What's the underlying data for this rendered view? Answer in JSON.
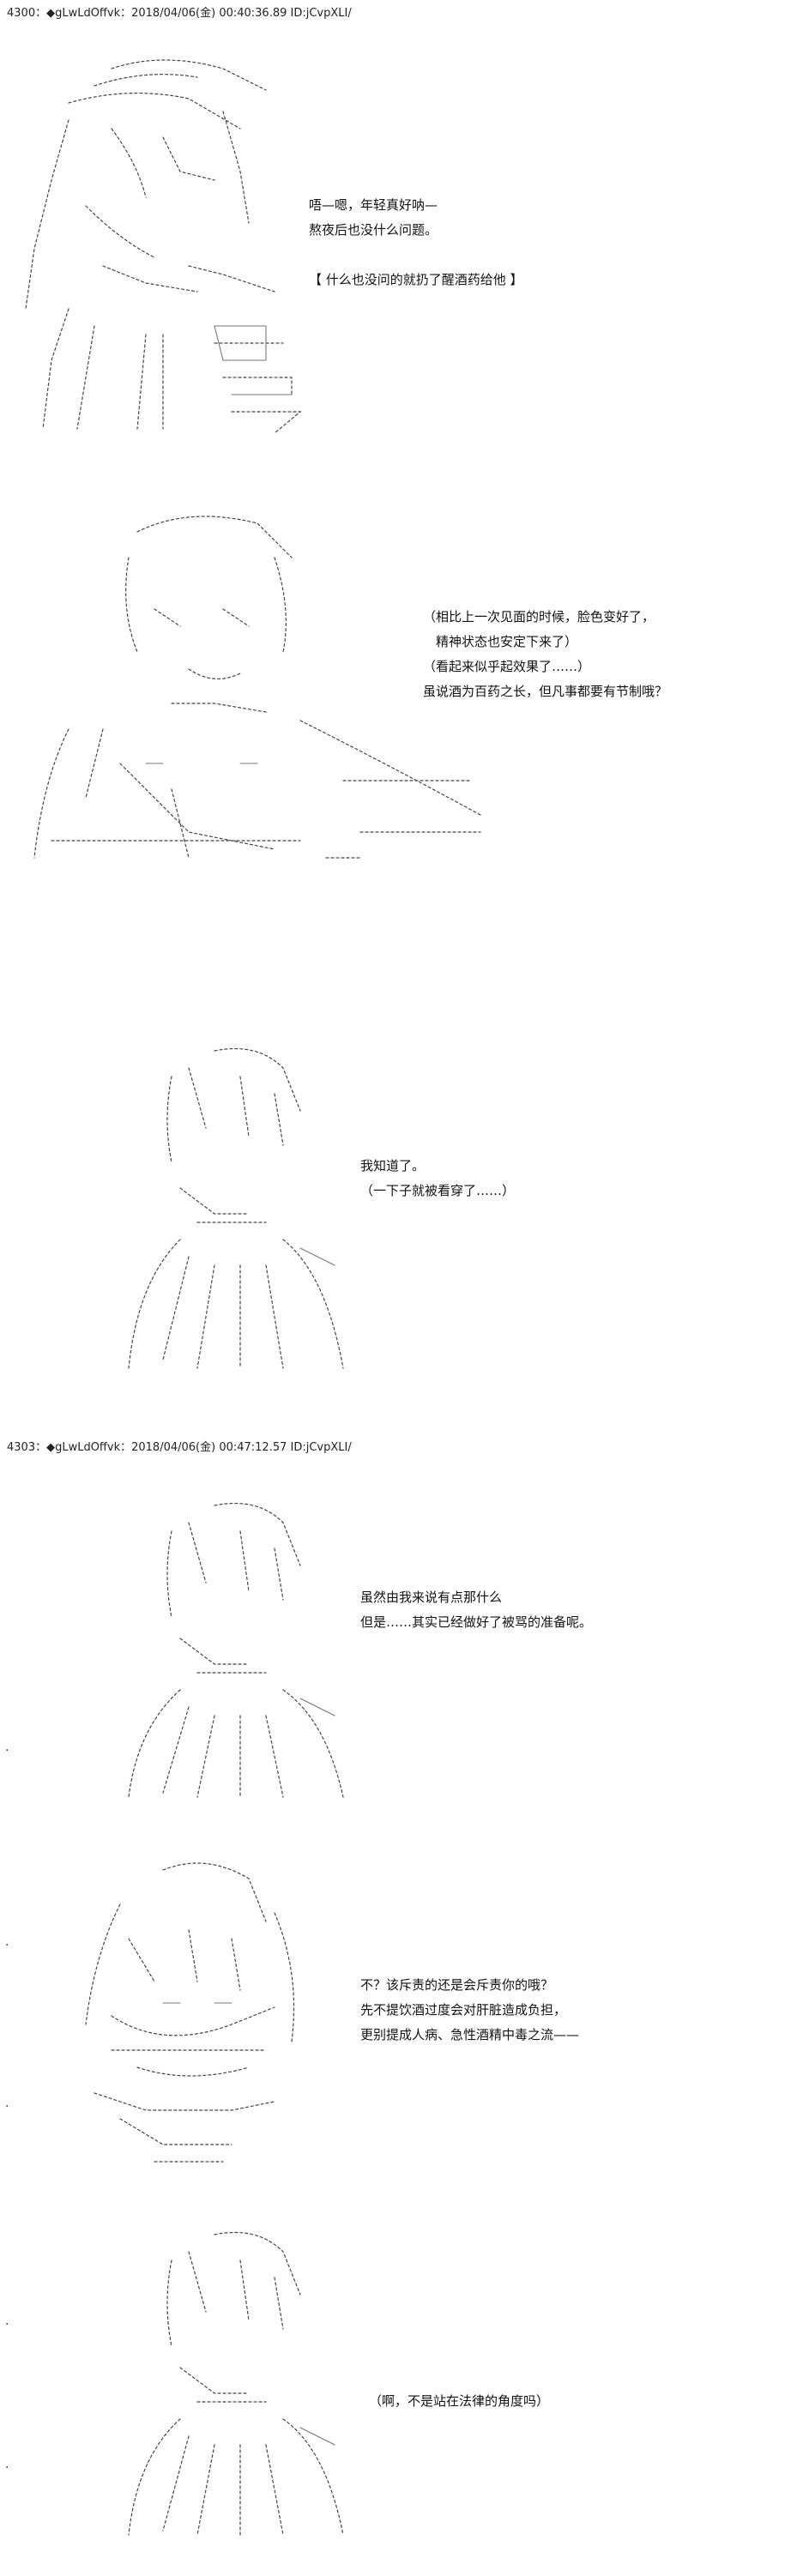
{
  "posts": [
    {
      "header": "4300：◆gLwLdOffvk：2018/04/06(金) 00:40:36.89 ID:jCvpXLI/"
    },
    {
      "header": "4303：◆gLwLdOffvk：2018/04/06(金) 00:47:12.57 ID:jCvpXLI/"
    }
  ],
  "scenes": [
    {
      "lines": [
        "唔—嗯，年轻真好呐—",
        "熬夜后也没什么问题。",
        "",
        "【 什么也没问的就扔了醒酒药给他 】"
      ]
    },
    {
      "lines": [
        "（相比上一次见面的时候，脸色变好了，",
        "　精神状态也安定下来了）",
        "（看起来似乎起效果了……）",
        "虽说酒为百药之长，但凡事都要有节制哦？"
      ]
    },
    {
      "lines": [
        "我知道了。",
        "（一下子就被看穿了……）"
      ]
    },
    {
      "lines": [
        "虽然由我来说有点那什么",
        "但是……其实已经做好了被骂的准备呢。"
      ]
    },
    {
      "lines": [
        "不？该斥责的还是会斥责你的哦？",
        "先不提饮酒过度会对肝脏造成负担，",
        "更别提成人病、急性酒精中毒之流——"
      ]
    },
    {
      "lines": [
        "（啊，不是站在法律的角度吗）"
      ]
    }
  ],
  "figures": [
    {
      "icon": "ascii-art-woman-with-bottles-icon"
    },
    {
      "icon": "ascii-art-woman-arms-crossed-icon"
    },
    {
      "icon": "ascii-art-boy-icon"
    },
    {
      "icon": "ascii-art-boy-icon"
    },
    {
      "icon": "ascii-art-woman-closeup-icon"
    },
    {
      "icon": "ascii-art-boy-icon"
    }
  ],
  "margin_dots": [
    "·",
    "·",
    "·",
    "·",
    "·"
  ]
}
